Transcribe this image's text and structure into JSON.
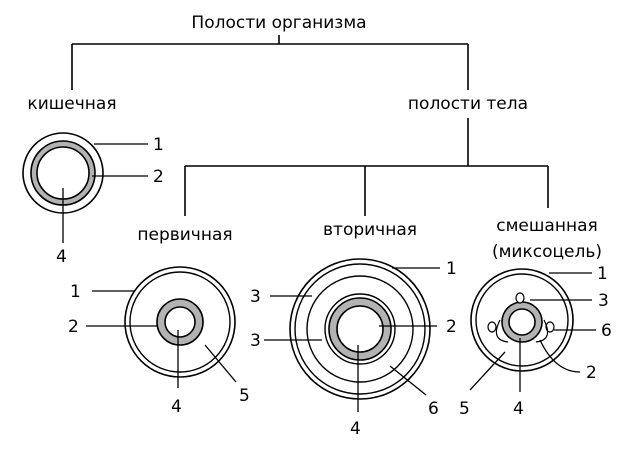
{
  "title": "Полости организма",
  "branches": {
    "intestinal": "кишечная",
    "body_cavities": "полости тела",
    "primary": "первичная",
    "secondary": "вторичная",
    "mixed_line1": "смешанная",
    "mixed_line2": "(миксоцель)"
  },
  "numbers": {
    "intestinal": [
      "1",
      "2",
      "4"
    ],
    "primary": [
      "1",
      "2",
      "4",
      "5"
    ],
    "secondary": [
      "1",
      "3",
      "3",
      "2",
      "4",
      "6"
    ],
    "mixed": [
      "1",
      "3",
      "6",
      "2",
      "4",
      "5"
    ]
  },
  "colors": {
    "line": "#000000",
    "ring_fill": "#b3b3b3",
    "background": "#ffffff"
  }
}
